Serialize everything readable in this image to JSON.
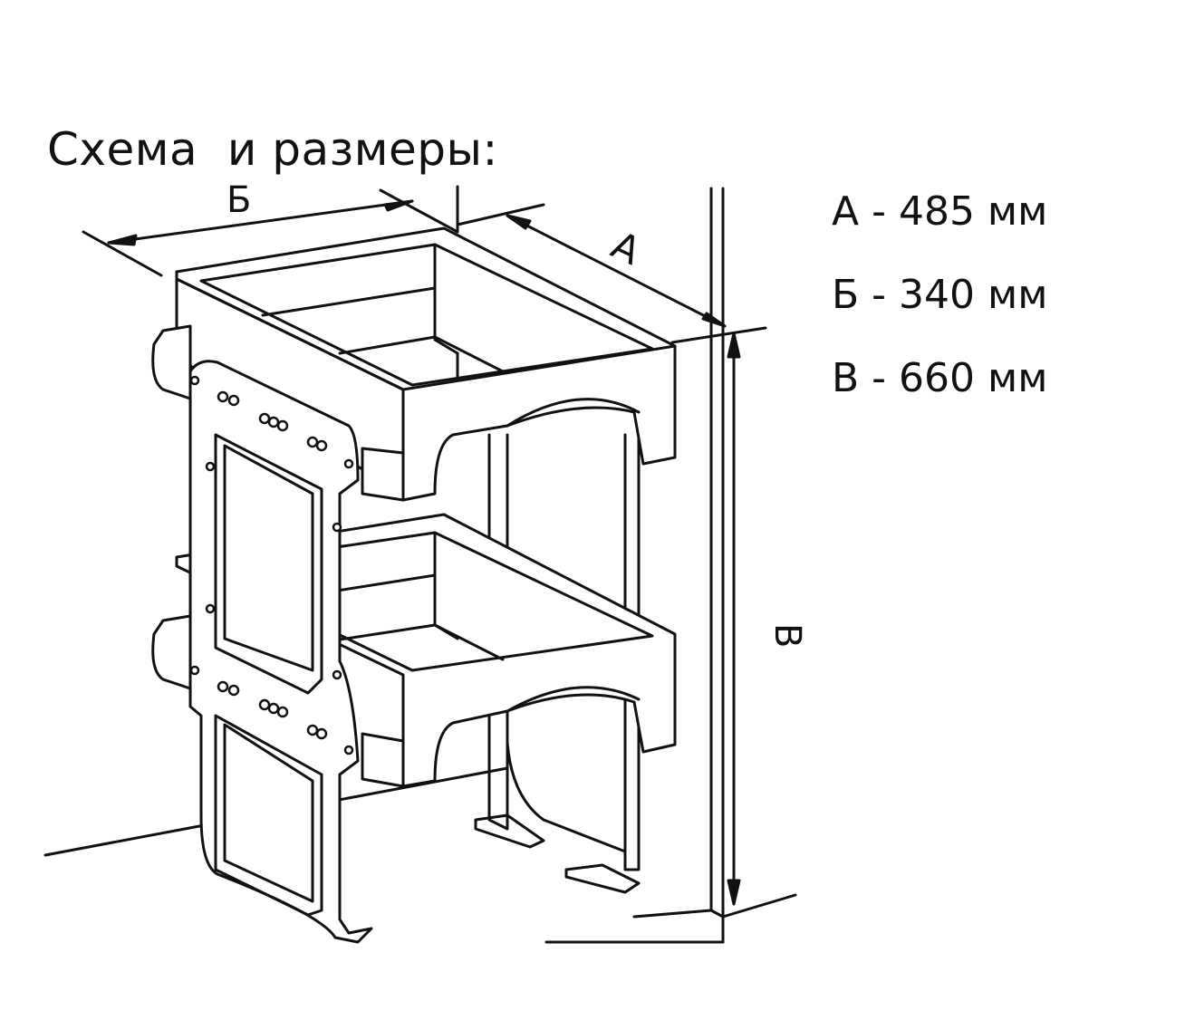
{
  "title": "Схема  и размеры:",
  "labels": {
    "a": "А",
    "b": "Б",
    "v": "В"
  },
  "dimensions": [
    {
      "letter": "А",
      "value": "485",
      "unit": "мм",
      "text": "А - 485 мм"
    },
    {
      "letter": "Б",
      "value": "340",
      "unit": "мм",
      "text": "Б - 340 мм"
    },
    {
      "letter": "В",
      "value": "660",
      "unit": "мм",
      "text": "В - 660 мм"
    }
  ],
  "colors": {
    "ink": "#111111",
    "panel": "#ffffff"
  }
}
